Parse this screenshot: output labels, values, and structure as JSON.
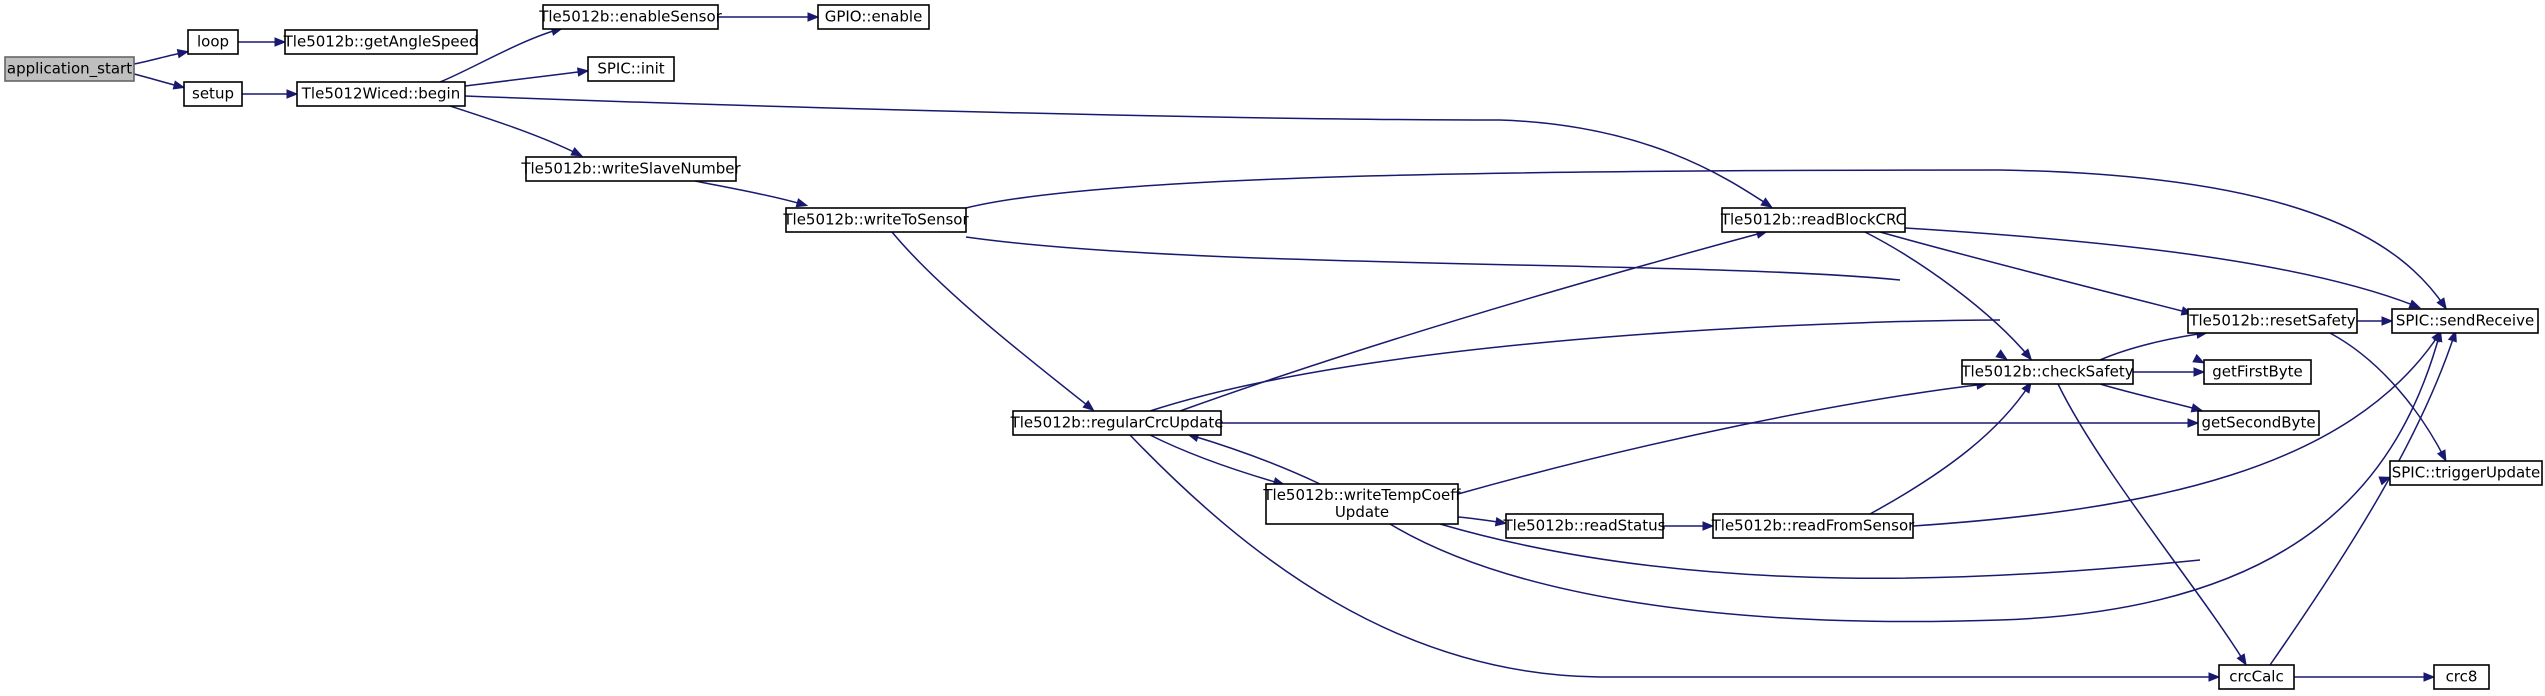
{
  "nodes": [
    {
      "id": "application_start",
      "lines": [
        "application_start"
      ],
      "root": true
    },
    {
      "id": "loop",
      "lines": [
        "loop"
      ]
    },
    {
      "id": "setup",
      "lines": [
        "setup"
      ]
    },
    {
      "id": "getAngleSpeed",
      "lines": [
        "Tle5012b::getAngleSpeed"
      ]
    },
    {
      "id": "begin",
      "lines": [
        "Tle5012Wiced::begin"
      ]
    },
    {
      "id": "enableSensor",
      "lines": [
        "Tle5012b::enableSensor"
      ]
    },
    {
      "id": "gpio_enable",
      "lines": [
        "GPIO::enable"
      ]
    },
    {
      "id": "spic_init",
      "lines": [
        "SPIC::init"
      ]
    },
    {
      "id": "writeSlaveNumber",
      "lines": [
        "Tle5012b::writeSlaveNumber"
      ]
    },
    {
      "id": "writeToSensor",
      "lines": [
        "Tle5012b::writeToSensor"
      ]
    },
    {
      "id": "readBlockCRC",
      "lines": [
        "Tle5012b::readBlockCRC"
      ]
    },
    {
      "id": "resetSafety",
      "lines": [
        "Tle5012b::resetSafety"
      ]
    },
    {
      "id": "sendReceive",
      "lines": [
        "SPIC::sendReceive"
      ]
    },
    {
      "id": "checkSafety",
      "lines": [
        "Tle5012b::checkSafety"
      ]
    },
    {
      "id": "getFirstByte",
      "lines": [
        "getFirstByte"
      ]
    },
    {
      "id": "getSecondByte",
      "lines": [
        "getSecondByte"
      ]
    },
    {
      "id": "triggerUpdate",
      "lines": [
        "SPIC::triggerUpdate"
      ]
    },
    {
      "id": "regularCrcUpdate",
      "lines": [
        "Tle5012b::regularCrcUpdate"
      ]
    },
    {
      "id": "writeTempCoeffUpdate",
      "lines": [
        "Tle5012b::writeTempCoeff",
        "Update"
      ]
    },
    {
      "id": "readStatus",
      "lines": [
        "Tle5012b::readStatus"
      ]
    },
    {
      "id": "readFromSensor",
      "lines": [
        "Tle5012b::readFromSensor"
      ]
    },
    {
      "id": "crcCalc",
      "lines": [
        "crcCalc"
      ]
    },
    {
      "id": "crc8",
      "lines": [
        "crc8"
      ]
    }
  ],
  "edges": [
    [
      "application_start",
      "loop"
    ],
    [
      "application_start",
      "setup"
    ],
    [
      "loop",
      "getAngleSpeed"
    ],
    [
      "setup",
      "begin"
    ],
    [
      "begin",
      "enableSensor"
    ],
    [
      "enableSensor",
      "gpio_enable"
    ],
    [
      "begin",
      "spic_init"
    ],
    [
      "begin",
      "writeSlaveNumber"
    ],
    [
      "begin",
      "readBlockCRC"
    ],
    [
      "writeSlaveNumber",
      "writeToSensor"
    ],
    [
      "writeToSensor",
      "sendReceive"
    ],
    [
      "writeToSensor",
      "checkSafety"
    ],
    [
      "writeToSensor",
      "regularCrcUpdate"
    ],
    [
      "readBlockCRC",
      "sendReceive"
    ],
    [
      "readBlockCRC",
      "resetSafety"
    ],
    [
      "readBlockCRC",
      "checkSafety"
    ],
    [
      "resetSafety",
      "sendReceive"
    ],
    [
      "resetSafety",
      "triggerUpdate"
    ],
    [
      "checkSafety",
      "resetSafety"
    ],
    [
      "checkSafety",
      "getFirstByte"
    ],
    [
      "checkSafety",
      "getSecondByte"
    ],
    [
      "checkSafety",
      "crcCalc"
    ],
    [
      "regularCrcUpdate",
      "readBlockCRC"
    ],
    [
      "regularCrcUpdate",
      "getFirstByte"
    ],
    [
      "regularCrcUpdate",
      "getSecondByte"
    ],
    [
      "regularCrcUpdate",
      "writeTempCoeffUpdate"
    ],
    [
      "regularCrcUpdate",
      "crcCalc"
    ],
    [
      "writeTempCoeffUpdate",
      "regularCrcUpdate"
    ],
    [
      "writeTempCoeffUpdate",
      "checkSafety"
    ],
    [
      "writeTempCoeffUpdate",
      "readStatus"
    ],
    [
      "writeTempCoeffUpdate",
      "triggerUpdate"
    ],
    [
      "writeTempCoeffUpdate",
      "sendReceive"
    ],
    [
      "readStatus",
      "readFromSensor"
    ],
    [
      "readFromSensor",
      "checkSafety"
    ],
    [
      "readFromSensor",
      "sendReceive"
    ],
    [
      "crcCalc",
      "crc8"
    ],
    [
      "crcCalc",
      "sendReceive"
    ]
  ]
}
